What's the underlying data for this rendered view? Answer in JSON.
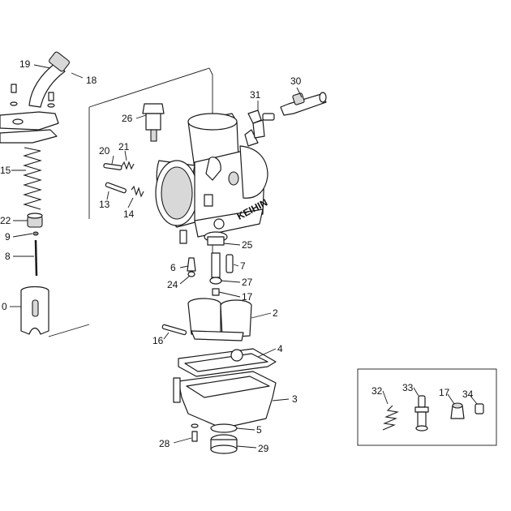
{
  "callouts": {
    "c1": "19",
    "c2": "18",
    "c3": "15",
    "c4": "22",
    "c5": "9",
    "c6": "8",
    "c7": "0",
    "c8": "26",
    "c9": "20",
    "c10": "21",
    "c11": "13",
    "c12": "14",
    "c13": "31",
    "c14": "30",
    "c15": "25",
    "c16": "6",
    "c17": "7",
    "c18": "24",
    "c19": "27",
    "c20": "17",
    "c21": "2",
    "c22": "16",
    "c23": "4",
    "c24": "3",
    "c25": "5",
    "c26": "28",
    "c27": "29",
    "c28": "32",
    "c29": "33",
    "c30": "17",
    "c31": "34"
  },
  "logo_text": "KEIHIN"
}
